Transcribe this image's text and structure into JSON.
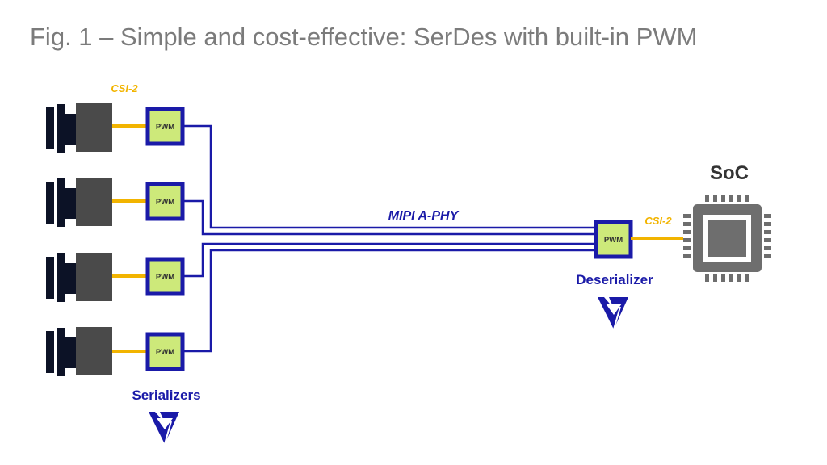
{
  "title": "Fig. 1 – Simple and cost-effective: SerDes with built-in PWM",
  "labels": {
    "csi2_left": "CSI-2",
    "csi2_right": "CSI-2",
    "link": "MIPI A-PHY",
    "serializers": "Serializers",
    "deserializer": "Deserializer",
    "soc": "SoC",
    "pwm": "PWM"
  },
  "cameras": [
    {
      "pwm": "PWM"
    },
    {
      "pwm": "PWM"
    },
    {
      "pwm": "PWM"
    },
    {
      "pwm": "PWM"
    }
  ],
  "colors": {
    "blue": "#1a1aa8",
    "gold": "#f2b400",
    "pwm_fill": "#cde97a",
    "camera_body": "#4a4a4a",
    "camera_lens": "#0c1226",
    "soc_gray": "#6e6e6e",
    "title_gray": "#7b7b7b"
  },
  "icons": {
    "serializer_logo": "brand-logo-icon",
    "deserializer_logo": "brand-logo-icon"
  }
}
